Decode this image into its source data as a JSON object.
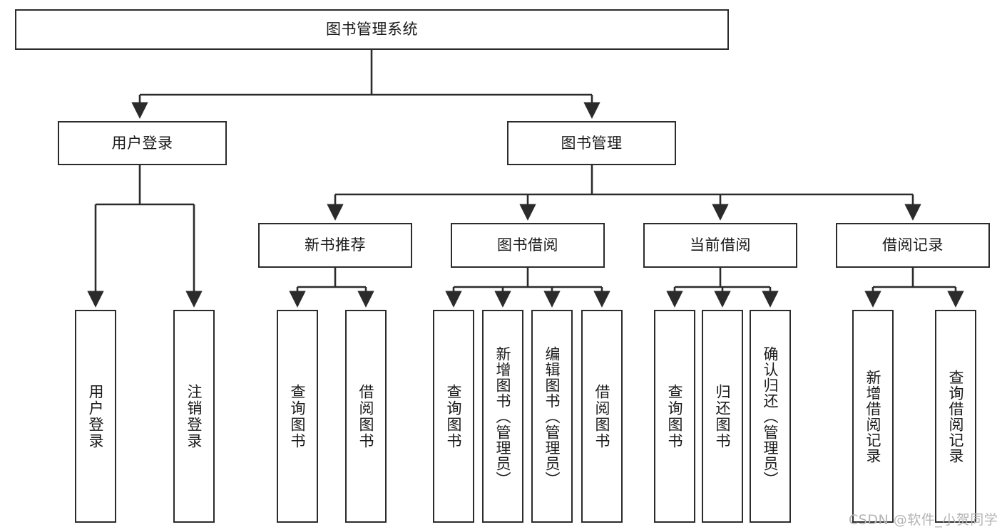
{
  "diagram": {
    "title": "图书管理系统",
    "type": "功能结构图",
    "stroke_color": "#2b2b2b",
    "fill_color": "#ffffff",
    "text_color": "#1a1a1a",
    "watermark": "CSDN @软件_小贺同学",
    "watermark_color": "#b4b4b4"
  },
  "nodes": {
    "root": {
      "label": "图书管理系统"
    },
    "level1": [
      {
        "label": "用户登录"
      },
      {
        "label": "图书管理"
      }
    ],
    "level2": [
      {
        "label": "新书推荐"
      },
      {
        "label": "图书借阅"
      },
      {
        "label": "当前借阅"
      },
      {
        "label": "借阅记录"
      }
    ],
    "leaves": {
      "user_login": [
        {
          "label": "用户登录"
        },
        {
          "label": "注销登录"
        }
      ],
      "new_book": [
        {
          "label": "查询图书"
        },
        {
          "label": "借阅图书"
        }
      ],
      "book_borrow": [
        {
          "label": "查询图书"
        },
        {
          "label": "新增图书（管理员）"
        },
        {
          "label": "编辑图书（管理员）"
        },
        {
          "label": "借阅图书"
        }
      ],
      "current_borrow": [
        {
          "label": "查询图书"
        },
        {
          "label": "归还图书"
        },
        {
          "label": "确认归还（管理员）"
        }
      ],
      "borrow_record": [
        {
          "label": "新增借阅记录"
        },
        {
          "label": "查询借阅记录"
        }
      ]
    }
  },
  "hierarchy": {
    "图书管理系统": [
      "用户登录",
      "图书管理"
    ],
    "用户登录": [
      "用户登录",
      "注销登录"
    ],
    "图书管理": [
      "新书推荐",
      "图书借阅",
      "当前借阅",
      "借阅记录"
    ],
    "新书推荐": [
      "查询图书",
      "借阅图书"
    ],
    "图书借阅": [
      "查询图书",
      "新增图书（管理员）",
      "编辑图书（管理员）",
      "借阅图书"
    ],
    "当前借阅": [
      "查询图书",
      "归还图书",
      "确认归还（管理员）"
    ],
    "借阅记录": [
      "新增借阅记录",
      "查询借阅记录"
    ]
  }
}
